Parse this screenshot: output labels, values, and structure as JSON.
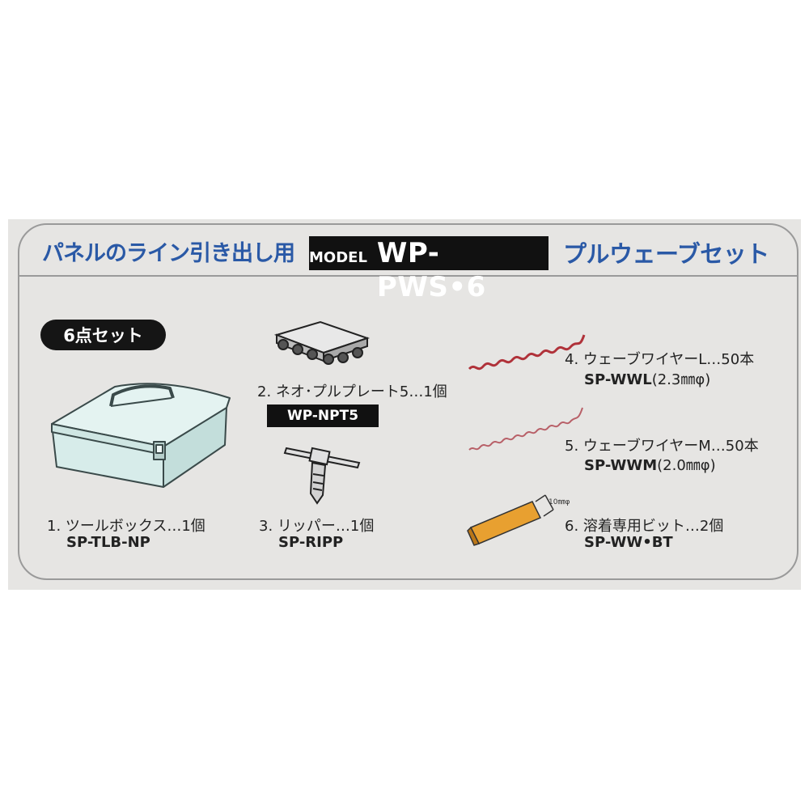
{
  "header": {
    "subtitle": "パネルのライン引き出し用",
    "model_label": "MODEL",
    "model_code": "WP-PWS•6",
    "title": "プルウェーブセット"
  },
  "set_badge": "6点セット",
  "items": [
    {
      "label": "1. ツールボックス…1個",
      "code": "SP-TLB-NP"
    },
    {
      "label": "2. ネオ･プルプレート5…1個",
      "code": "WP-NPT5"
    },
    {
      "label": "3. リッパー…1個",
      "code": "SP-RIPP"
    },
    {
      "label": "4. ウェーブワイヤーL…50本",
      "code": "SP-WWL",
      "code_suffix": "(2.3㎜φ)"
    },
    {
      "label": "5. ウェーブワイヤーM…50本",
      "code": "SP-WWM",
      "code_suffix": "(2.0㎜φ)"
    },
    {
      "label": "6. 溶着専用ビット…2個",
      "code": "SP-WW•BT"
    }
  ],
  "bit_dimension": "10㎜φ",
  "colors": {
    "accent_blue": "#2a59a6",
    "panel_bg": "#e6e5e3",
    "toolbox": "#d7ecea",
    "wire": "#b0323a",
    "bit": "#e8a030"
  },
  "icons": [
    "toolbox-icon",
    "pull-plate-icon",
    "ripper-icon",
    "wave-wire-l-icon",
    "wave-wire-m-icon",
    "welding-bit-icon"
  ]
}
